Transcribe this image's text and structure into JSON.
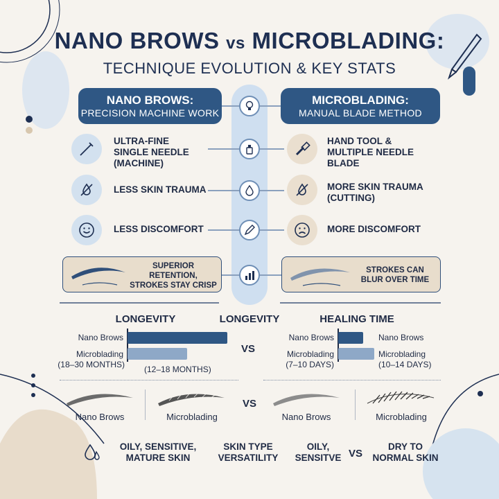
{
  "header": {
    "title_left": "NANO BROWS",
    "title_vs": "vs",
    "title_right": "MICROBLADING:",
    "subtitle": "TECHNIQUE EVOLUTION & KEY STATS"
  },
  "nano": {
    "pill_line1": "NANO BROWS:",
    "pill_line2": "PRECISION MACHINE WORK",
    "features": [
      "ULTRA-FINE SINGLE NEEDLE (MACHINE)",
      "LESS SKIN TRAUMA",
      "LESS DISCOMFORT"
    ],
    "retention": "SUPERIOR RETENTION, STROKES STAY CRISP"
  },
  "micro": {
    "pill_line1": "MICROBLADING:",
    "pill_line2": "MANUAL BLADE METHOD",
    "features": [
      "HAND TOOL & MULTIPLE NEEDLE BLADE",
      "MORE SKIN TRAUMA (CUTTING)",
      "MORE DISCOMFORT"
    ],
    "retention": "STROKES CAN BLUR OVER TIME"
  },
  "stats": {
    "longevity_heading": "LONGEVITY",
    "center_heading": "LONGEVITY",
    "healing_heading": "HEALING TIME",
    "vs": "VS",
    "longevity": {
      "nano_label": "Nano Brows",
      "micro_label": "Microblading",
      "nano_range": "(18–30 MONTHS)",
      "micro_range": "(12–18 MONTHS)",
      "nano_fraction": 1.0,
      "micro_fraction": 0.6
    },
    "healing": {
      "nano_label": "Nano Brows",
      "micro_label": "Microblading",
      "nano_range": "(7–10 DAYS)",
      "micro_range": "(10–14 DAYS)",
      "nano_right_label": "Nano Brows",
      "micro_right_label": "Microblading",
      "nano_fraction": 0.7,
      "micro_fraction": 1.0
    }
  },
  "brow_compare": {
    "left_nano": "Nano Brows",
    "left_micro": "Microblading",
    "vs": "VS",
    "right_nano": "Nano Brows",
    "right_micro": "Microblading"
  },
  "skin": {
    "nano": "OILY, SENSITIVE, MATURE SKIN",
    "center": "SKIN TYPE VERSATILITY",
    "micro_left": "OILY, SENSITVE",
    "vs": "VS",
    "micro_right": "DRY TO NORMAL SKIN"
  },
  "colors": {
    "navy": "#2f5784",
    "light_blue": "#cfdff0",
    "tan": "#eadfcf"
  }
}
